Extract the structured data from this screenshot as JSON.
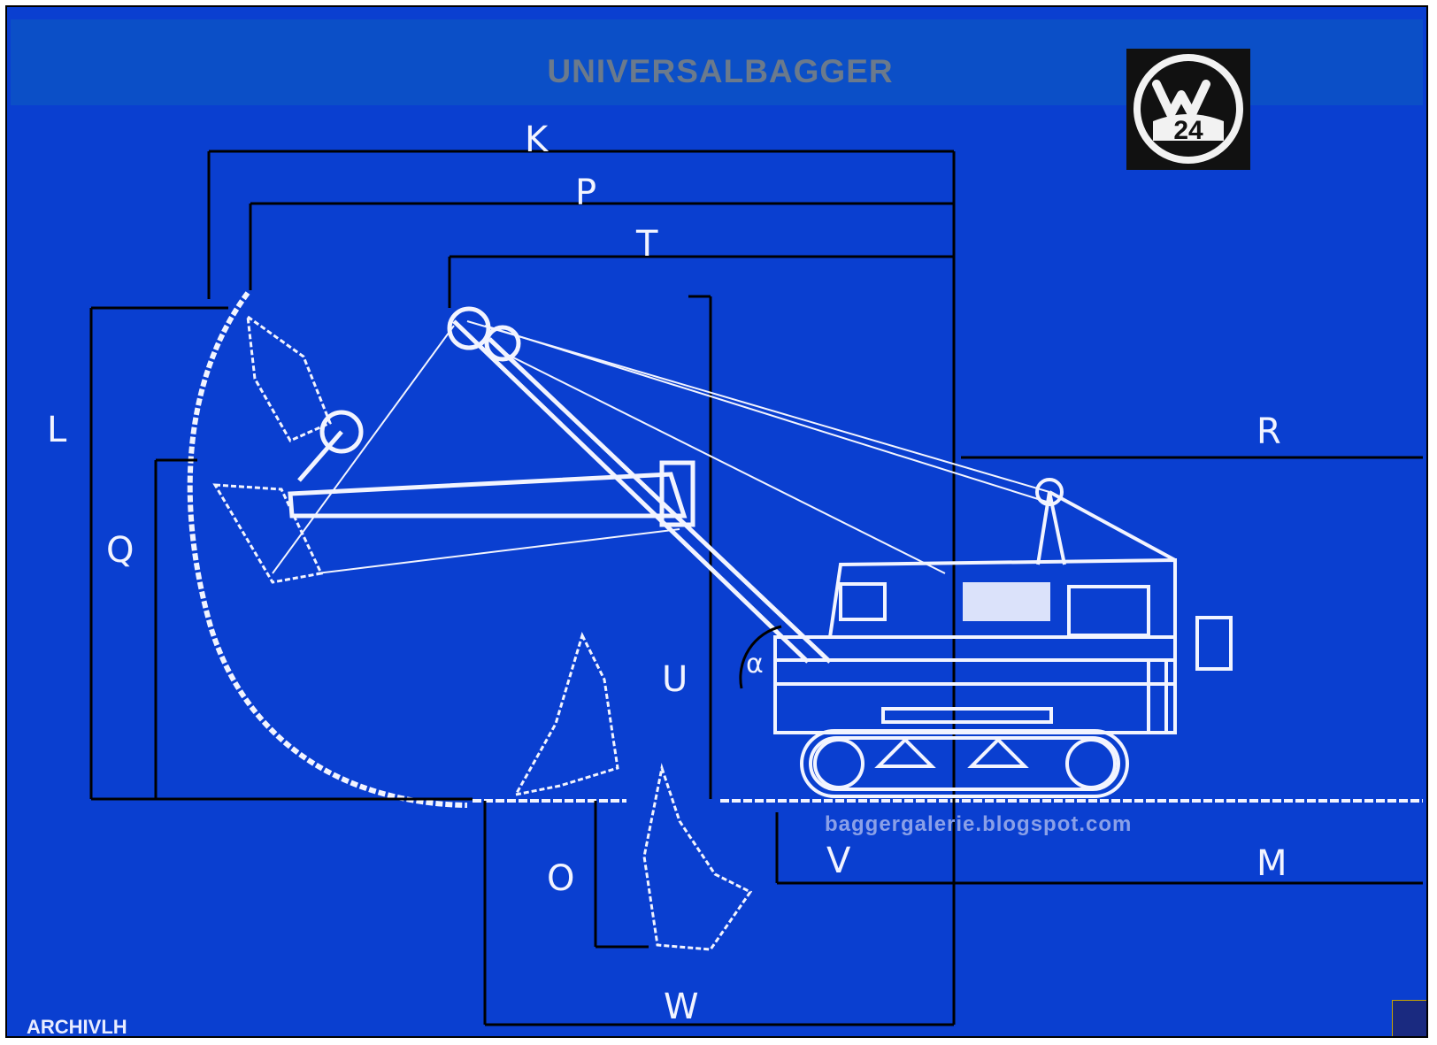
{
  "title": "UNIVERSALBAGGER",
  "logo": {
    "text": "24",
    "icon": "weserhuette-w-logo-icon"
  },
  "labels": {
    "K": "K",
    "P": "P",
    "T": "T",
    "L": "L",
    "Q": "Q",
    "R": "R",
    "U": "U",
    "O": "O",
    "V": "V",
    "M": "M",
    "W": "W",
    "alpha": "α"
  },
  "watermark": "baggergalerie.blogspot.com",
  "archive": "ARCHIVLH",
  "colors": {
    "background": "#0a3fd0",
    "header": "#0b4fc7",
    "lines": "#f2f4ff",
    "dimension": "#000000"
  }
}
